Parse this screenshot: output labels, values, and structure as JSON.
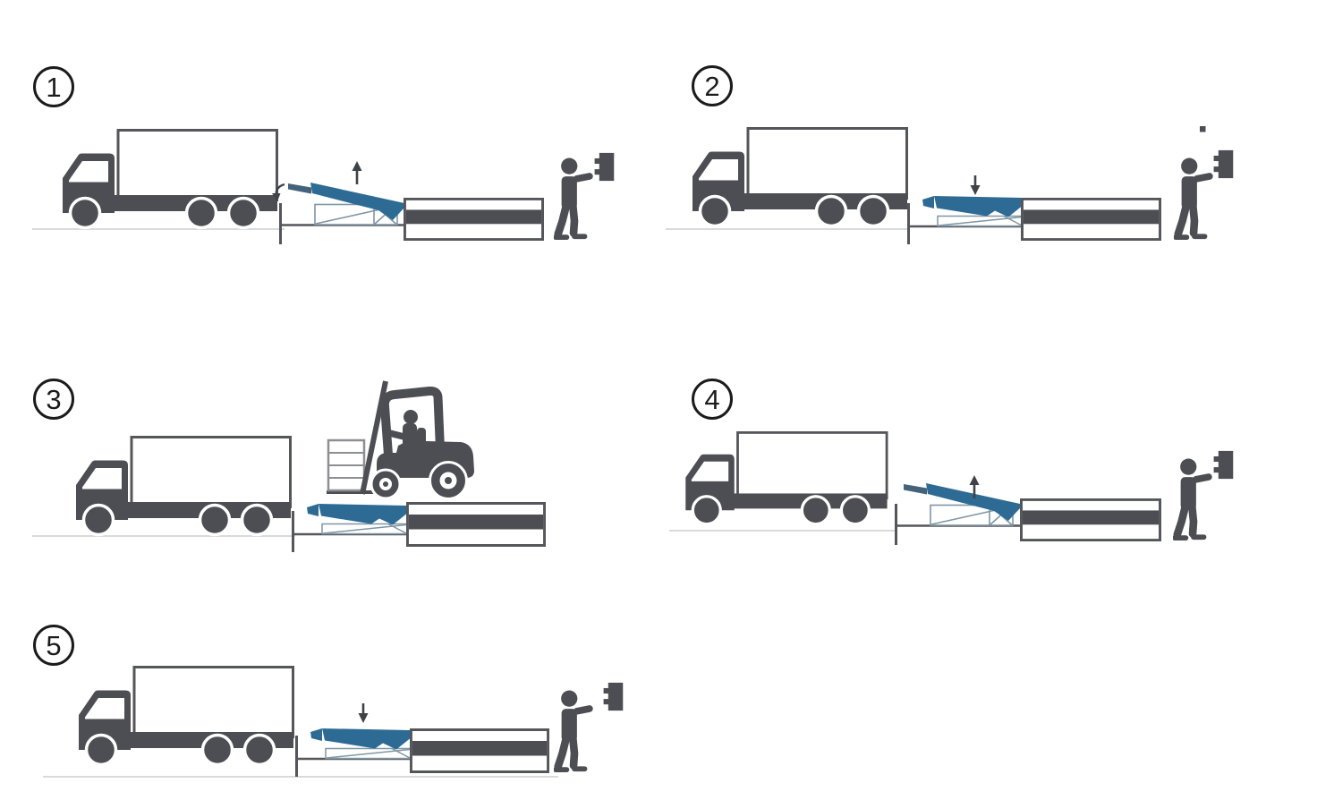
{
  "diagram": {
    "kind": "dock-leveler-operation-sequence",
    "steps": [
      {
        "number": "1",
        "icons": [
          "arrow-up-icon",
          "lip-rotation-arrow-icon",
          "truck-icon",
          "dock-leveler-icon",
          "dock-platform-icon",
          "worker-icon",
          "control-panel-icon"
        ]
      },
      {
        "number": "2",
        "icons": [
          "arrow-down-icon",
          "truck-icon",
          "dock-leveler-icon",
          "dock-platform-icon",
          "worker-icon",
          "control-panel-icon"
        ]
      },
      {
        "number": "3",
        "icons": [
          "truck-icon",
          "dock-leveler-icon",
          "dock-platform-icon",
          "forklift-icon",
          "pallet-boxes-icon"
        ]
      },
      {
        "number": "4",
        "icons": [
          "arrow-up-icon",
          "truck-icon",
          "dock-leveler-icon",
          "dock-platform-icon",
          "worker-icon",
          "control-panel-icon"
        ]
      },
      {
        "number": "5",
        "icons": [
          "arrow-down-icon",
          "truck-icon",
          "dock-leveler-icon",
          "dock-platform-icon",
          "worker-icon",
          "control-panel-icon"
        ]
      }
    ]
  },
  "colors": {
    "figure_dark_gray": "#4d4e53",
    "outline_gray": "#55565a",
    "deck_blue": "#2e6b94",
    "lip_slate": "#44637a",
    "pit_line_blue_gray": "#8096a4",
    "ground_light": "#d9dadb",
    "badge_black": "#1b1b1b"
  }
}
